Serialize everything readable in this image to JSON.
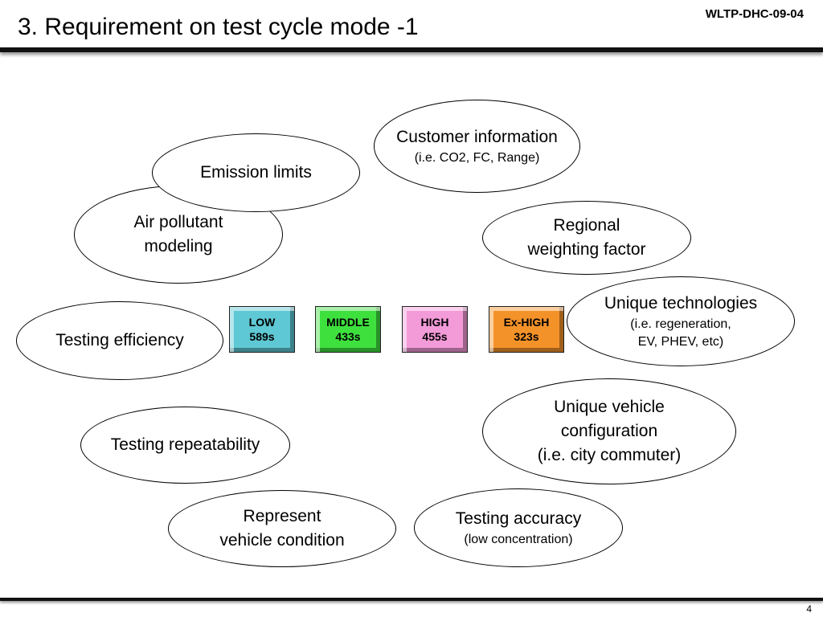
{
  "header": {
    "title": "3. Requirement on test cycle mode -1",
    "doc_id": "WLTP-DHC-09-04"
  },
  "footer": {
    "page_number": "4"
  },
  "requirements": {
    "customer_information": {
      "main": "Customer information",
      "sub": "(i.e. CO2, FC, Range)"
    },
    "emission_limits": {
      "main": "Emission limits"
    },
    "air_pollutant_modeling": {
      "line1": "Air pollutant",
      "line2": "modeling"
    },
    "regional_weighting_factor": {
      "line1": "Regional",
      "line2": "weighting factor"
    },
    "unique_technologies": {
      "main": "Unique technologies",
      "sub1": "(i.e. regeneration,",
      "sub2": "EV, PHEV, etc)"
    },
    "testing_efficiency": {
      "main": "Testing efficiency"
    },
    "unique_vehicle_configuration": {
      "line1": "Unique vehicle",
      "line2": "configuration",
      "line3": "(i.e. city commuter)"
    },
    "testing_repeatability": {
      "main": "Testing repeatability"
    },
    "represent_vehicle_condition": {
      "line1": "Represent",
      "line2": "vehicle condition"
    },
    "testing_accuracy": {
      "main": "Testing accuracy",
      "sub": "(low concentration)"
    }
  },
  "phases": [
    {
      "name": "LOW",
      "duration": "589s",
      "color": "#5ec8d4"
    },
    {
      "name": "MIDDLE",
      "duration": "433s",
      "color": "#3ee03e"
    },
    {
      "name": "HIGH",
      "duration": "455s",
      "color": "#f39ad8"
    },
    {
      "name": "Ex-HIGH",
      "duration": "323s",
      "color": "#f4922a"
    }
  ]
}
